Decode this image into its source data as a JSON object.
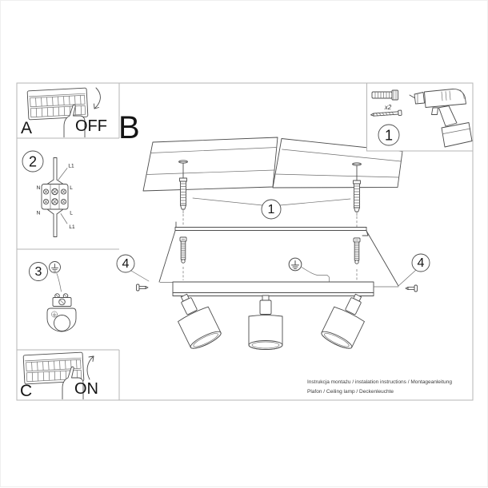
{
  "labels": {
    "section_a": "A",
    "section_a_state": "OFF",
    "section_b": "B",
    "section_c": "C",
    "section_c_state": "ON"
  },
  "steps": {
    "one": "1",
    "two": "2",
    "three": "3",
    "four": "4"
  },
  "wiring": {
    "l1_top": "L1",
    "l1_bottom": "L1",
    "n_top": "N",
    "l_top": "L",
    "n_bottom": "N",
    "l_bottom": "L"
  },
  "parts": {
    "anchor_qty": "x2"
  },
  "footer": {
    "line1": "Instrukcja montażu / instalation instructions / Montageanleitung",
    "line2": "Plafon / Ceiling lamp / Deckenleuchte"
  },
  "colors": {
    "line": "#4d4d4d",
    "text": "#141414",
    "frame": "#b5b5b5"
  }
}
